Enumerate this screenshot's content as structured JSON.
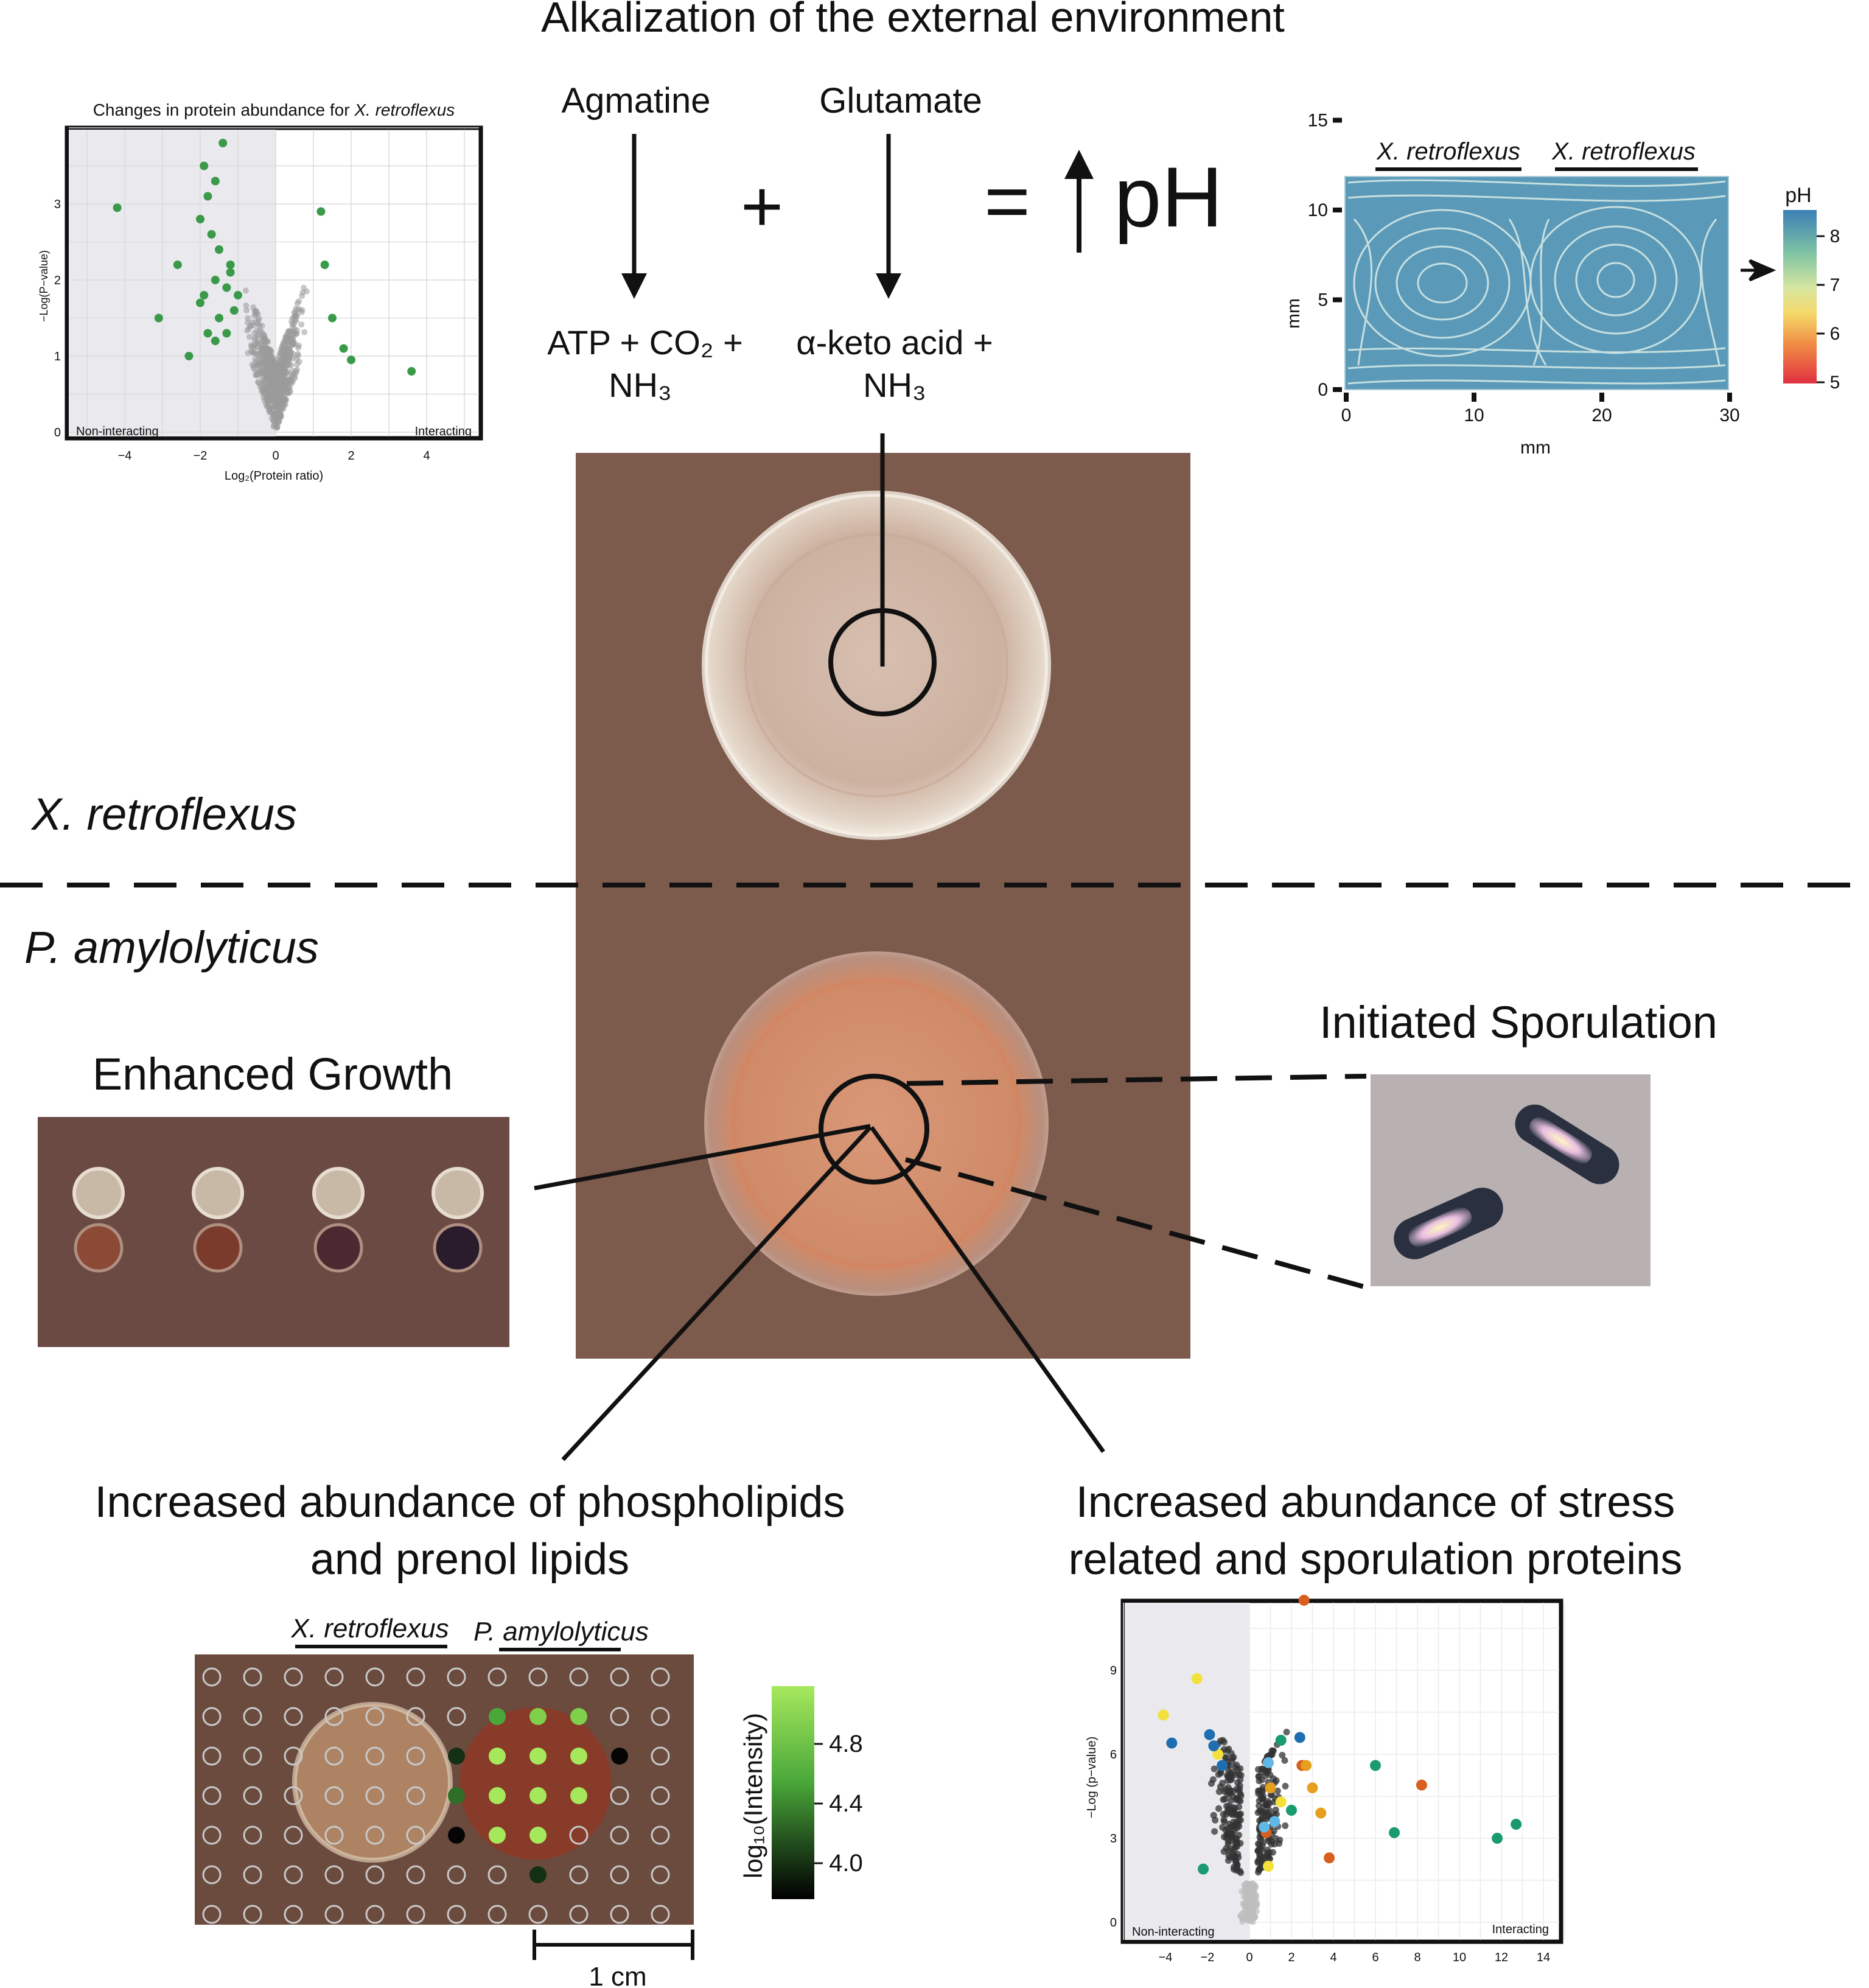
{
  "title": "Alkalization of the external environment",
  "reaction": {
    "agmatine": "Agmatine",
    "glutamate": "Glutamate",
    "plus": "+",
    "equals": "=",
    "ph": "pH",
    "agm_product_line1": "ATP + CO₂ +",
    "agm_product_line2": "NH₃",
    "glu_product_line1": "α-keto acid +",
    "glu_product_line2": "NH₃"
  },
  "species": {
    "top": "X. retroflexus",
    "bottom": "P. amylolyticus"
  },
  "labels": {
    "enhanced_growth": "Enhanced Growth",
    "initiated_sporulation": "Initiated Sporulation",
    "lipids_line1": "Increased abundance of phospholipids",
    "lipids_line2": "and prenol lipids",
    "proteins_line1": "Increased abundance of stress",
    "proteins_line2": "related and sporulation proteins"
  },
  "volcano1": {
    "title_prefix": "Changes in protein abundance for ",
    "title_species": "X. retroflexus",
    "xlabel": "Log₂(Protein ratio)",
    "ylabel": "−Log(P−value)",
    "left_tag": "Non-interacting",
    "right_tag": "Interacting",
    "xticks": [
      "−4",
      "−2",
      "0",
      "2",
      "4"
    ],
    "yticks": [
      "0",
      "1",
      "2",
      "3"
    ]
  },
  "ph_map": {
    "label_left": "X. retroflexus",
    "label_right": "X. retroflexus",
    "xlabel": "mm",
    "ylabel": "mm",
    "xticks": [
      "0",
      "10",
      "20",
      "30"
    ],
    "yticks": [
      "0",
      "5",
      "10",
      "15"
    ],
    "legend_title": "pH",
    "legend_ticks": [
      "8",
      "7",
      "6",
      "5"
    ]
  },
  "msi_map": {
    "label_left": "X. retroflexus",
    "label_right": "P. amylolyticus",
    "legend_title": "log₁₀(Intensity)",
    "legend_ticks": [
      "4.8",
      "4.4",
      "4.0"
    ],
    "scale_bar": "1 cm"
  },
  "volcano2": {
    "xlabel": "",
    "ylabel": "−Log (p−value)",
    "left_tag": "Non-interacting",
    "right_tag": "Interacting",
    "xticks": [
      "−4",
      "−2",
      "0",
      "2",
      "4",
      "6",
      "8",
      "10",
      "12",
      "14"
    ],
    "yticks": [
      "0",
      "3",
      "6",
      "9"
    ]
  },
  "colors": {
    "green_point": "#3a9a4a",
    "plate": "#7c5a4c",
    "ph_blue": "#5a9ab8",
    "msi_green": "#86d640"
  }
}
